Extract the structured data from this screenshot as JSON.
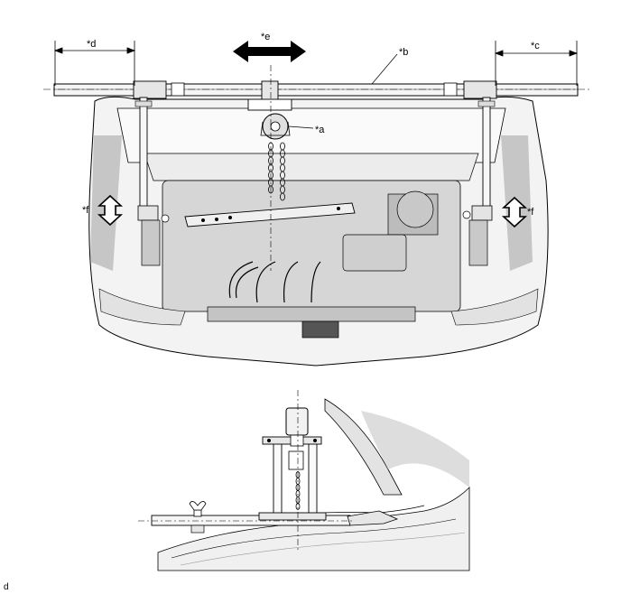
{
  "callouts": {
    "a": "*a",
    "b": "*b",
    "c": "*c",
    "d": "*d",
    "e": "*e",
    "f_left": "*f",
    "f_right": "*f"
  },
  "corner_code": "d",
  "colors": {
    "line": "#000000",
    "shade_light": "#f2f2f2",
    "shade_mid": "#d9d9d9",
    "shade_dark": "#9a9a9a"
  }
}
